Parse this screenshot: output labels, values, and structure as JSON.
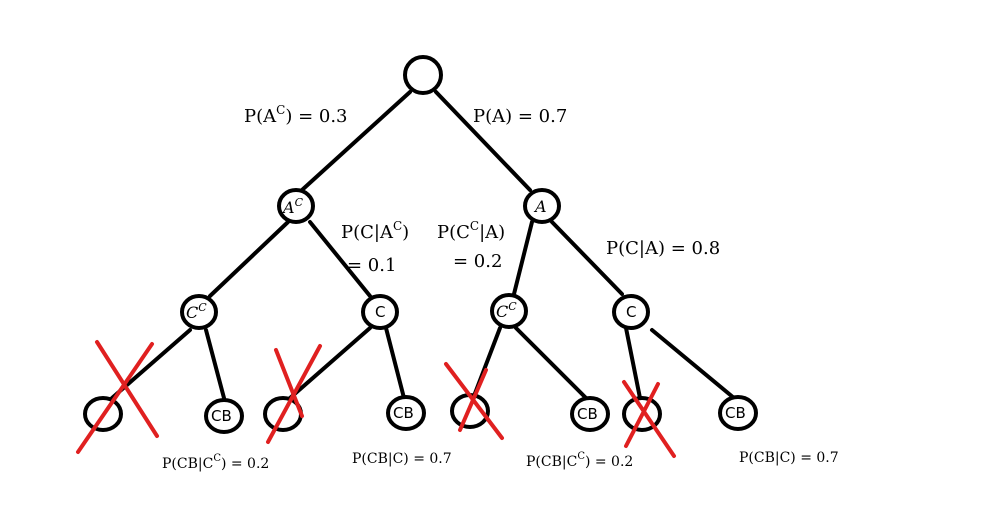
{
  "tree": {
    "root": {
      "label": ""
    },
    "level1": {
      "left": {
        "label_base": "A",
        "label_sup": "C"
      },
      "right": {
        "label_base": "A"
      }
    },
    "level2": {
      "ll": {
        "label_base": "C",
        "label_sup": "C"
      },
      "lr": {
        "label_base": "C"
      },
      "rl": {
        "label_base": "C",
        "label_sup": "C"
      },
      "rr": {
        "label_base": "C"
      }
    },
    "leaves": {
      "cb_label": "CB"
    },
    "edge_labels": {
      "p_ac": {
        "prefix": "P(A",
        "sup": "C",
        "suffix": ") = 0.3"
      },
      "p_a": {
        "text": "P(A) = 0.7"
      },
      "p_c_given_ac": {
        "line1_prefix": "P(C|A",
        "line1_sup": "C",
        "line1_suffix": ")",
        "line2": "= 0.1"
      },
      "p_cc_given_a": {
        "line1_prefix": "P(C",
        "line1_sup": "C",
        "line1_suffix": "|A)",
        "line2": "= 0.2"
      },
      "p_c_given_a": {
        "text": "P(C|A) = 0.8"
      }
    },
    "leaf_labels": {
      "cb_given_cc_1": {
        "prefix": "P(CB|C",
        "sup": "C",
        "suffix": ") = 0.2"
      },
      "cb_given_c_1": {
        "text": "P(CB|C) = 0.7"
      },
      "cb_given_cc_2": {
        "prefix": "P(CB|C",
        "sup": "C",
        "suffix": ") = 0.2"
      },
      "cb_given_c_2": {
        "text": "P(CB|C) = 0.7"
      }
    }
  }
}
